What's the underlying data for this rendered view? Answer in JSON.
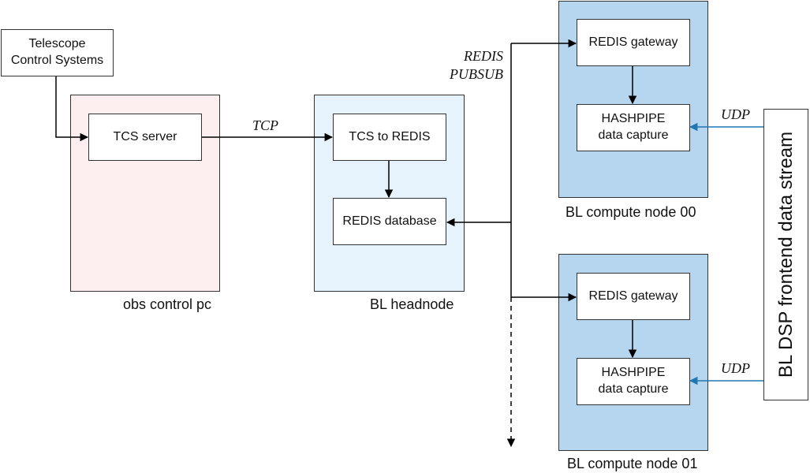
{
  "nodes": {
    "telescope": "Telescope\nControl Systems",
    "tcs_server": "TCS server",
    "tcs_to_redis": "TCS to REDIS",
    "redis_db": "REDIS database",
    "gw0": "REDIS gateway",
    "hp0": "HASHPIPE\ndata capture",
    "gw1": "REDIS gateway",
    "hp1": "HASHPIPE\ndata capture",
    "stream": "BL DSP frontend data stream"
  },
  "groups": {
    "obs": "obs control pc",
    "head": "BL headnode",
    "cn0": "BL compute node 00",
    "cn1": "BL compute node 01"
  },
  "edges": {
    "tcp": "TCP",
    "pubsub": "REDIS\nPUBSUB",
    "udp0": "UDP",
    "udp1": "UDP"
  },
  "colors": {
    "obs_fill": "#fdeef0",
    "head_fill": "#e6f3fc",
    "compute_fill": "#b5d6ee",
    "udp_arrow": "#1f77b4",
    "line": "#000000"
  }
}
